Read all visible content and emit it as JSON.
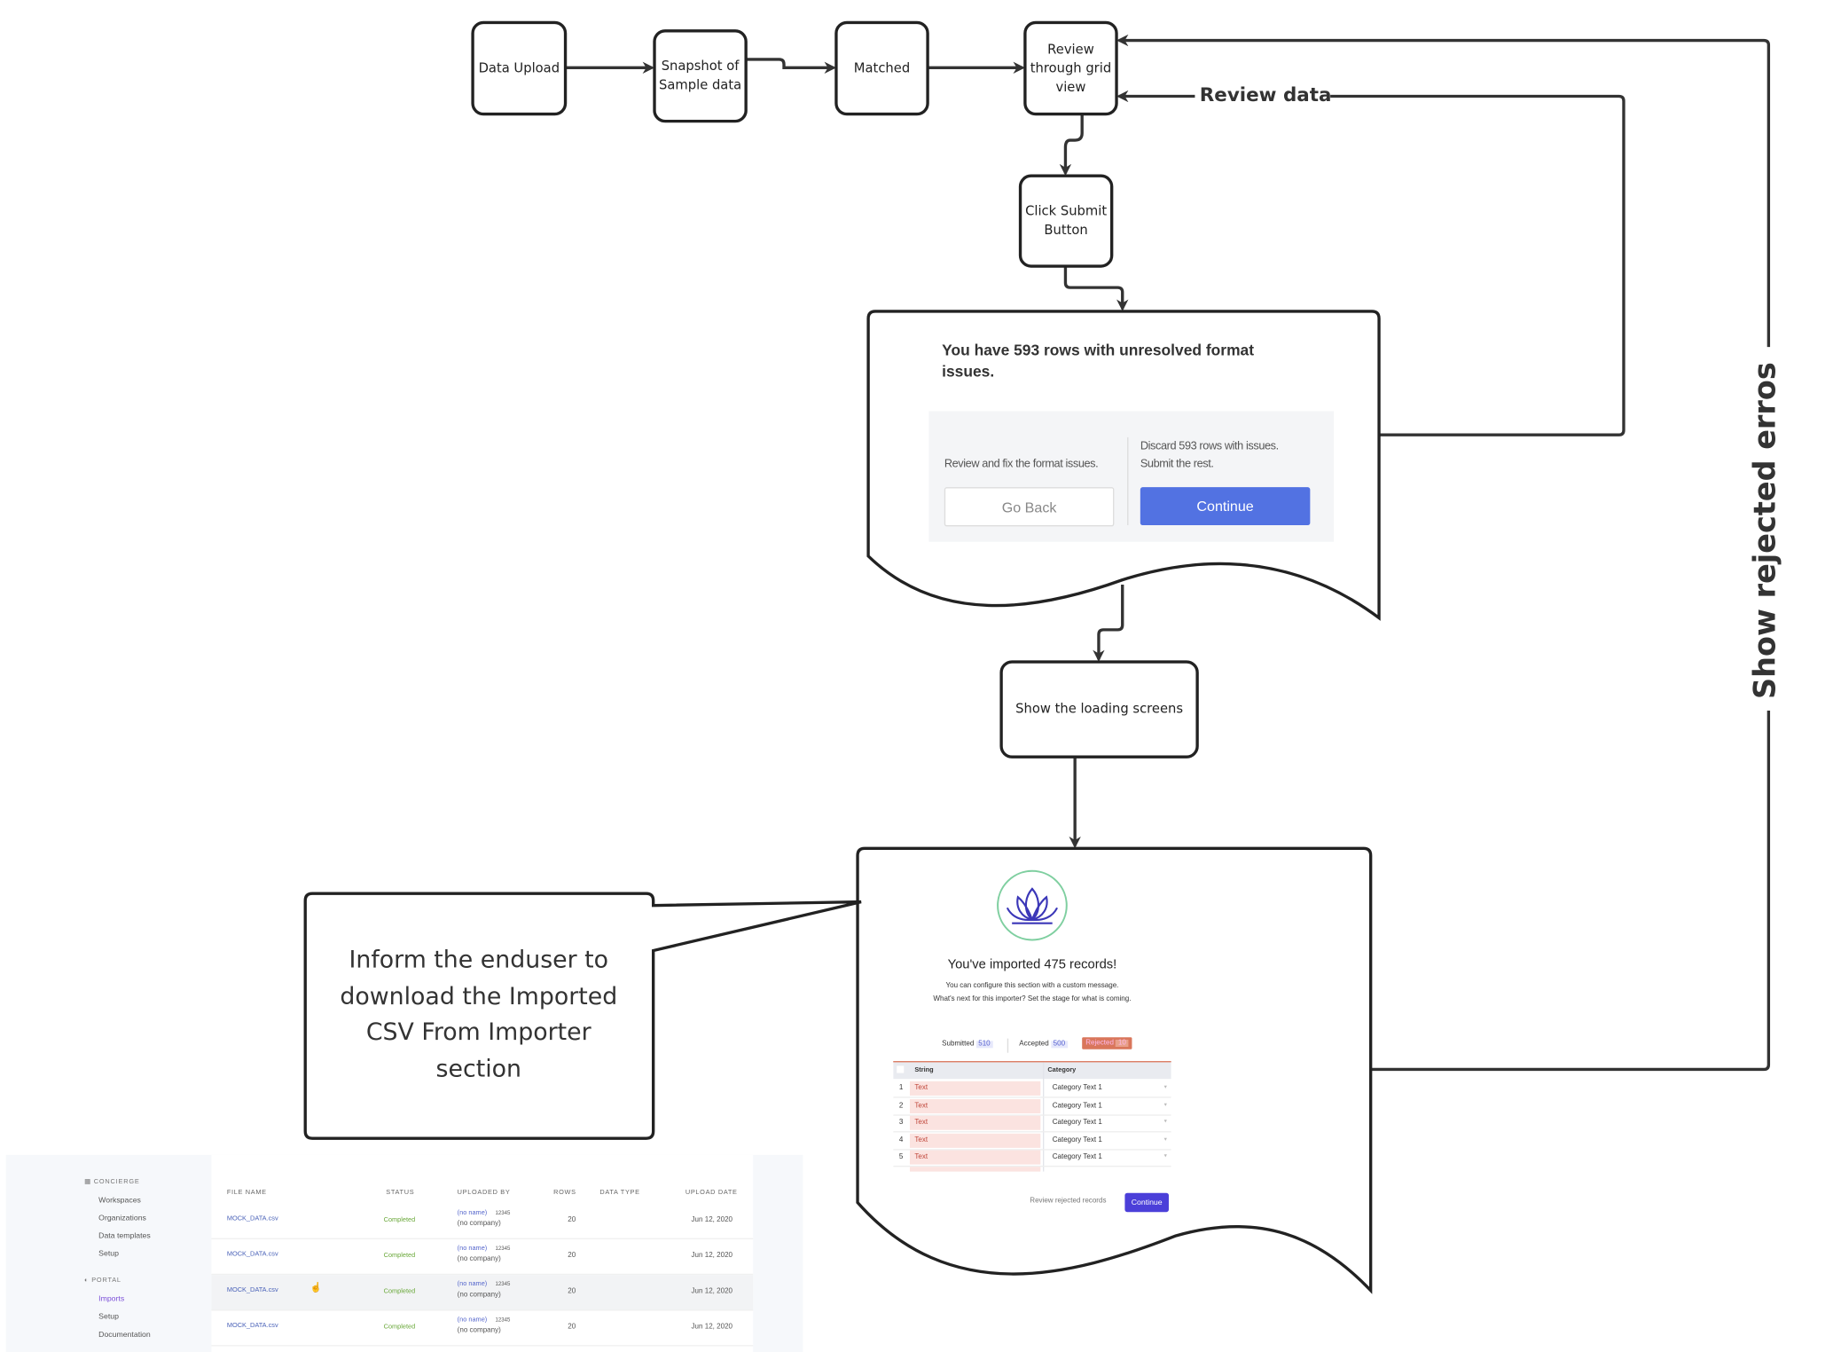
{
  "flow": {
    "nodes": {
      "data_upload": "Data Upload",
      "snapshot": "Snapshot of Sample data",
      "matched": "Matched",
      "review_grid": "Review through grid view",
      "click_submit": "Click Submit Button",
      "loading": "Show the loading screens"
    },
    "edge_labels": {
      "review_data": "Review data",
      "show_rejected": "Show rejected erros"
    },
    "callout": [
      "Inform the enduser to",
      "download the Imported",
      "CSV From Importer",
      "section"
    ]
  },
  "format_dialog": {
    "title": "You have 593 rows with unresolved format issues.",
    "left_text": "Review and fix the format issues.",
    "right_text_1": "Discard 593 rows with issues.",
    "right_text_2": "Submit the rest.",
    "go_back": "Go Back",
    "continue": "Continue",
    "accent": "#5272e2"
  },
  "import_result": {
    "title": "You've imported 475 records!",
    "subtitle_1": "You can configure this section with a custom message.",
    "subtitle_2": "What's next for this importer? Set the stage for what is coming.",
    "tabs": [
      {
        "label": "Submitted",
        "count": "510"
      },
      {
        "label": "Accepted",
        "count": "500"
      },
      {
        "label": "Rejected",
        "count": "10"
      }
    ],
    "columns": [
      "String",
      "Category"
    ],
    "rows": [
      {
        "n": "1",
        "string": "Text",
        "category": "Category Text 1"
      },
      {
        "n": "2",
        "string": "Text",
        "category": "Category Text 1"
      },
      {
        "n": "3",
        "string": "Text",
        "category": "Category Text 1"
      },
      {
        "n": "4",
        "string": "Text",
        "category": "Category Text 1"
      },
      {
        "n": "5",
        "string": "Text",
        "category": "Category Text 1"
      }
    ],
    "review_rejected": "Review rejected records",
    "continue": "Continue",
    "rejected_color": "#d9765b",
    "button_color": "#4b3fd9"
  },
  "imports_screen": {
    "sidebar": {
      "section1": "CONCIERGE",
      "items1": [
        "Workspaces",
        "Organizations",
        "Data templates",
        "Setup"
      ],
      "section2": "PORTAL",
      "items2": [
        "Imports",
        "Setup",
        "Documentation"
      ],
      "active": "Imports"
    },
    "columns": [
      "FILE NAME",
      "STATUS",
      "UPLOADED BY",
      "ROWS",
      "DATA TYPE",
      "UPLOAD DATE"
    ],
    "rows": [
      {
        "file": "MOCK_DATA.csv",
        "status": "Completed",
        "name": "(no name)",
        "id": "12345",
        "company": "(no company)",
        "rows": "20",
        "date": "Jun 12, 2020"
      },
      {
        "file": "MOCK_DATA.csv",
        "status": "Completed",
        "name": "(no name)",
        "id": "12345",
        "company": "(no company)",
        "rows": "20",
        "date": "Jun 12, 2020"
      },
      {
        "file": "MOCK_DATA.csv",
        "status": "Completed",
        "name": "(no name)",
        "id": "12345",
        "company": "(no company)",
        "rows": "20",
        "date": "Jun 12, 2020"
      },
      {
        "file": "MOCK_DATA.csv",
        "status": "Completed",
        "name": "(no name)",
        "id": "12345",
        "company": "(no company)",
        "rows": "20",
        "date": "Jun 12, 2020"
      }
    ]
  }
}
